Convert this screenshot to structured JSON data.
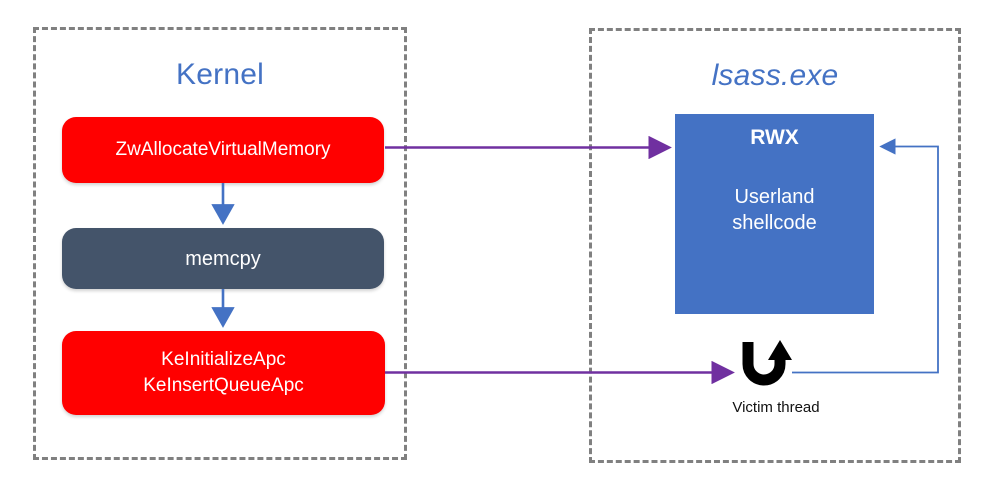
{
  "diagram": {
    "title": "Kernel to lsass.exe APC shellcode injection flow",
    "zones": [
      {
        "id": "kernel",
        "label": "Kernel",
        "label_style": "normal",
        "color": "#4472C4"
      },
      {
        "id": "lsass",
        "label": "lsass.exe",
        "label_style": "italic",
        "color": "#4472C4"
      }
    ],
    "kernel_nodes": [
      {
        "id": "zwalloc",
        "label": "ZwAllocateVirtualMemory",
        "fill": "#FF0000",
        "text_color": "#FFFFFF"
      },
      {
        "id": "memcpy",
        "label": "memcpy",
        "fill": "#44546A",
        "text_color": "#FFFFFF"
      },
      {
        "id": "keapc",
        "label_line1": "KeInitializeApc",
        "label_line2": "KeInsertQueueApc",
        "fill": "#FF0000",
        "text_color": "#FFFFFF"
      }
    ],
    "lsass_nodes": [
      {
        "id": "rwx",
        "title": "RWX",
        "subtitle_line1": "Userland",
        "subtitle_line2": "shellcode",
        "fill": "#4472C4",
        "text_color": "#FFFFFF"
      },
      {
        "id": "victim-thread",
        "label": "Victim thread",
        "icon": "u-turn-arrow-icon",
        "color": "#000000"
      }
    ],
    "connectors": [
      {
        "id": "zwalloc-to-rwx",
        "from": "zwalloc",
        "to": "rwx",
        "color": "#7030A0",
        "style": "solid-arrow"
      },
      {
        "id": "zwalloc-to-memcpy",
        "from": "zwalloc",
        "to": "memcpy",
        "color": "#4472C4",
        "style": "solid-arrow"
      },
      {
        "id": "memcpy-to-keapc",
        "from": "memcpy",
        "to": "keapc",
        "color": "#4472C4",
        "style": "solid-arrow"
      },
      {
        "id": "keapc-to-victim-thread",
        "from": "keapc",
        "to": "victim-thread",
        "color": "#7030A0",
        "style": "solid-arrow"
      },
      {
        "id": "victim-thread-to-rwx",
        "from": "victim-thread",
        "to": "rwx",
        "color": "#4472C4",
        "style": "elbow-arrow"
      }
    ],
    "colors": {
      "zone_border": "#808080",
      "accent_blue": "#4472C4",
      "accent_purple": "#7030A0",
      "danger_red": "#FF0000",
      "slate": "#44546A",
      "background": "#FFFFFF"
    }
  }
}
